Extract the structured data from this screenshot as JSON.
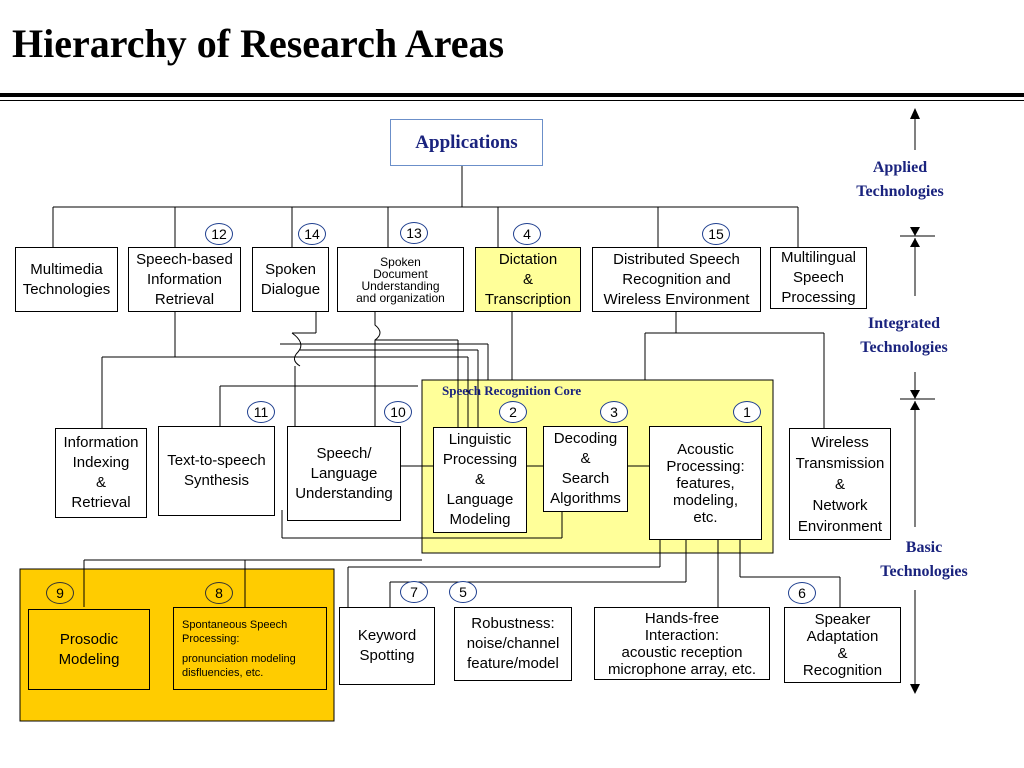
{
  "title": "Hierarchy of Research Areas",
  "side_labels": {
    "applied": [
      "Applied",
      "Technologies"
    ],
    "integrated": [
      "Integrated",
      "Technologies"
    ],
    "basic": [
      "Basic",
      "Technologies"
    ]
  },
  "core_label": "Speech Recognition Core",
  "nodes": {
    "applications": "Applications",
    "multimedia": [
      "Multimedia",
      "Technologies"
    ],
    "speech_ir": [
      "Speech-based",
      "Information",
      "Retrieval"
    ],
    "spoken_dialogue": [
      "Spoken",
      "Dialogue"
    ],
    "spoken_doc": [
      "Spoken",
      "Document",
      "Understanding",
      "and organization"
    ],
    "dictation": [
      "Dictation",
      "&",
      "Transcription"
    ],
    "distributed": [
      "Distributed Speech",
      "Recognition and",
      "Wireless Environment"
    ],
    "multilingual": [
      "Multilingual",
      "Speech",
      "Processing"
    ],
    "info_indexing": [
      "Information",
      "Indexing",
      "&",
      "Retrieval"
    ],
    "tts": [
      "Text-to-speech",
      "Synthesis"
    ],
    "slu": [
      "Speech/",
      "Language",
      "Understanding"
    ],
    "linguistic": [
      "Linguistic",
      "Processing",
      "&",
      "Language",
      "Modeling"
    ],
    "decoding": [
      "Decoding",
      "&",
      "Search",
      "Algorithms"
    ],
    "acoustic": [
      "Acoustic",
      "Processing:",
      "features,",
      "modeling,",
      "etc."
    ],
    "wireless": [
      "Wireless",
      "Transmission",
      "&",
      "Network",
      "Environment"
    ],
    "prosodic": [
      "Prosodic",
      "Modeling"
    ],
    "spontaneous": [
      "Spontaneous Speech",
      "Processing:",
      "pronunciation modeling",
      "disfluencies, etc."
    ],
    "keyword": [
      "Keyword",
      "Spotting"
    ],
    "robustness": [
      "Robustness:",
      "noise/channel",
      "feature/model"
    ],
    "handsfree": [
      "Hands-free",
      "Interaction:",
      "acoustic reception",
      "microphone array, etc."
    ],
    "speaker": [
      "Speaker",
      "Adaptation",
      "&",
      "Recognition"
    ]
  },
  "numbers": {
    "speech_ir": "12",
    "spoken_dialogue": "14",
    "spoken_doc": "13",
    "dictation": "4",
    "distributed": "15",
    "tts": "11",
    "slu": "10",
    "linguistic": "2",
    "decoding": "3",
    "acoustic": "1",
    "prosodic": "9",
    "spontaneous": "8",
    "keyword": "7",
    "robustness": "5",
    "speaker": "6"
  },
  "colors": {
    "core_fill": "#ffff99",
    "basic_fill": "#ffcc00",
    "side_text": "#1a237e",
    "applications_border": "#6b8fc9"
  }
}
